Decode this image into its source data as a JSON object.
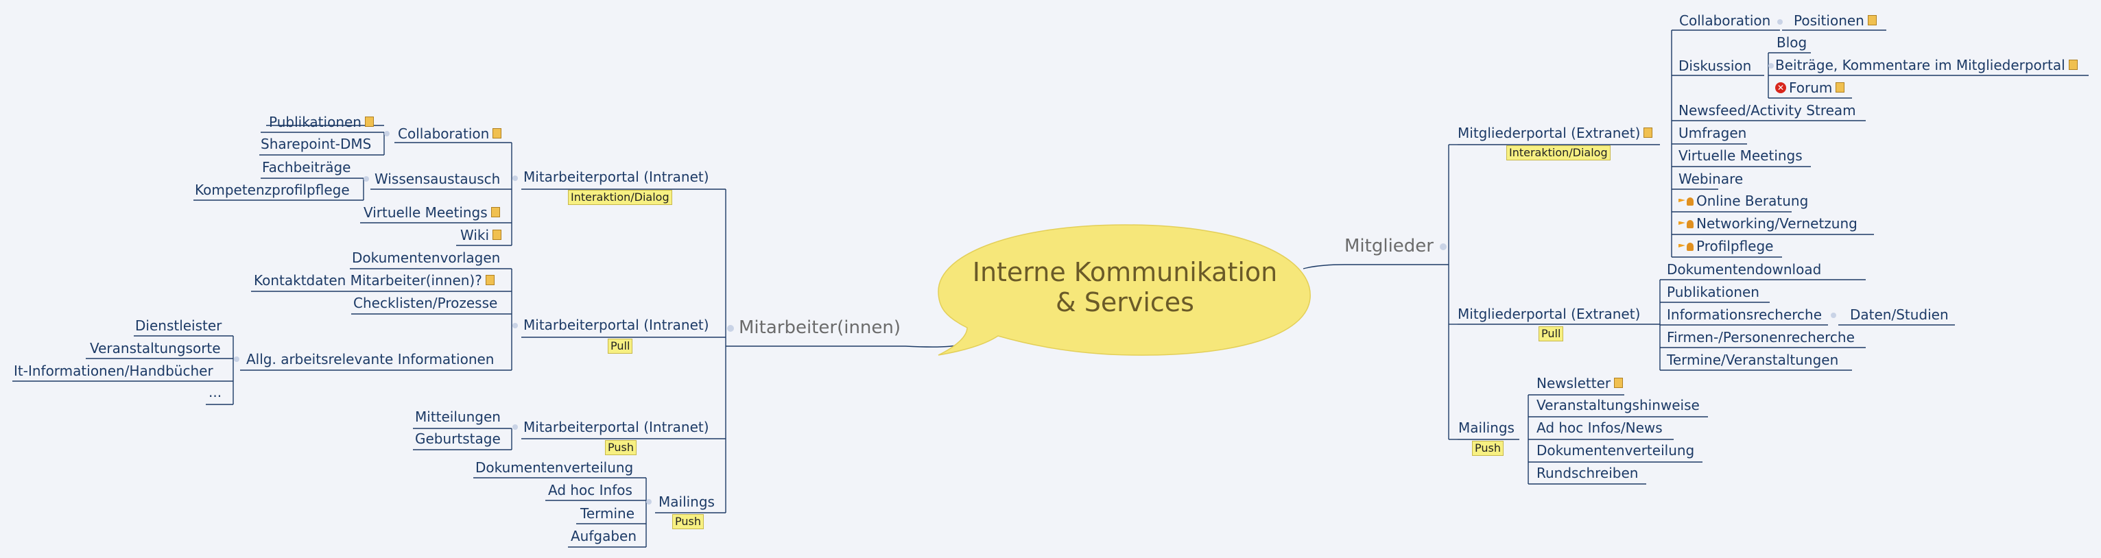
{
  "central": {
    "line1": "Interne Kommunikation",
    "line2": "& Services"
  },
  "left_branch": {
    "label": "Mitarbeiter(innen)"
  },
  "right_branch": {
    "label": "Mitglieder"
  },
  "left": {
    "intranet_dialog": {
      "label": "Mitarbeiterportal (Intranet)",
      "tag": "Interaktion/Dialog",
      "collaboration": "Collaboration",
      "publikationen": "Publikationen",
      "sharepoint": "Sharepoint-DMS",
      "wissensaustausch": "Wissensaustausch",
      "fachbeitraege": "Fachbeiträge",
      "kompetenzprofil": "Kompetenzprofilpflege",
      "virtuelle_meetings": "Virtuelle Meetings",
      "wiki": "Wiki"
    },
    "intranet_pull": {
      "label": "Mitarbeiterportal (Intranet)",
      "tag": "Pull",
      "dokumentenvorlagen": "Dokumentenvorlagen",
      "kontaktdaten": "Kontaktdaten Mitarbeiter(innen)?",
      "checklisten": "Checklisten/Prozesse",
      "allg": "Allg. arbeitsrelevante Informationen",
      "dienstleister": "Dienstleister",
      "veranstaltungsorte": "Veranstaltungsorte",
      "it_info": "It-Informationen/Handbücher",
      "more": "..."
    },
    "intranet_push": {
      "label": "Mitarbeiterportal (Intranet)",
      "tag": "Push",
      "mitteilungen": "Mitteilungen",
      "geburtstage": "Geburtstage"
    },
    "mailings": {
      "label": "Mailings",
      "tag": "Push",
      "dokumentenverteilung": "Dokumentenverteilung",
      "adhoc": "Ad hoc Infos",
      "termine": "Termine",
      "aufgaben": "Aufgaben"
    }
  },
  "right": {
    "extranet_dialog": {
      "label": "Mitgliederportal (Extranet)",
      "tag": "Interaktion/Dialog",
      "collaboration": "Collaboration",
      "positionen": "Positionen",
      "diskussion": "Diskussion",
      "blog": "Blog",
      "beitraege": "Beiträge, Kommentare im Mitgliederportal",
      "forum": "Forum",
      "newsfeed": "Newsfeed/Activity Stream",
      "umfragen": "Umfragen",
      "virtuelle_meetings": "Virtuelle Meetings",
      "webinare": "Webinare",
      "online_beratung": "Online Beratung",
      "networking": "Networking/Vernetzung",
      "profilpflege": "Profilpflege"
    },
    "extranet_pull": {
      "label": "Mitgliederportal (Extranet)",
      "tag": "Pull",
      "dokumentendownload": "Dokumentendownload",
      "publikationen": "Publikationen",
      "informationsrecherche": "Informationsrecherche",
      "daten_studien": "Daten/Studien",
      "firmen": "Firmen-/Personenrecherche",
      "termine": "Termine/Veranstaltungen"
    },
    "mailings": {
      "label": "Mailings",
      "tag": "Push",
      "newsletter": "Newsletter",
      "veranstaltungshinweise": "Veranstaltungshinweise",
      "adhoc": "Ad hoc Infos/News",
      "dokumentenverteilung": "Dokumentenverteilung",
      "rundschreiben": "Rundschreiben"
    }
  },
  "colors": {
    "line": "#1c3a66",
    "bubble": "#f6e77a",
    "tag": "#f7f082",
    "node_dot": "#c9d3e6"
  }
}
